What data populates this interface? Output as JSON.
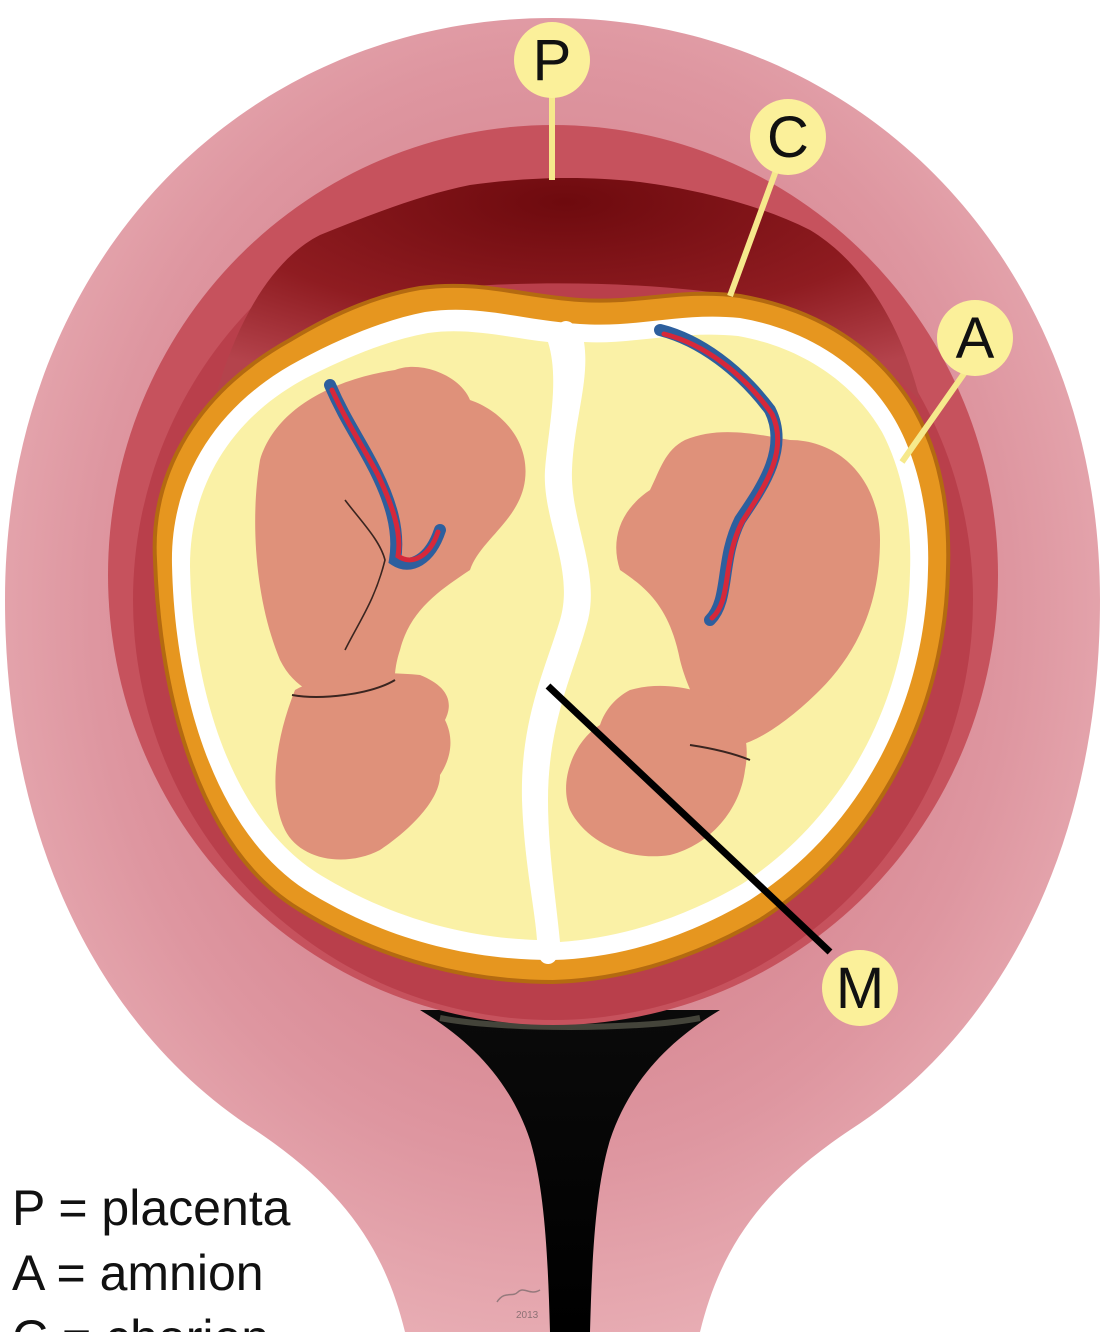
{
  "labels": {
    "placenta": "P",
    "chorion": "C",
    "amnion": "A",
    "membrane": "M"
  },
  "legend": [
    "P = placenta",
    "A = amnion",
    "C = chorion"
  ],
  "signature": {
    "year": "2013"
  },
  "colors": {
    "uterus_outer": "#e5a1a9",
    "uterus_inner": "#c6525d",
    "placenta": "#8e1a1d",
    "chorion": "#e6961f",
    "amnion": "#ffffff",
    "fluid": "#faf1a6",
    "fetus": "#df917a",
    "label_fill": "#fbf09a",
    "cervix": "#000000"
  }
}
